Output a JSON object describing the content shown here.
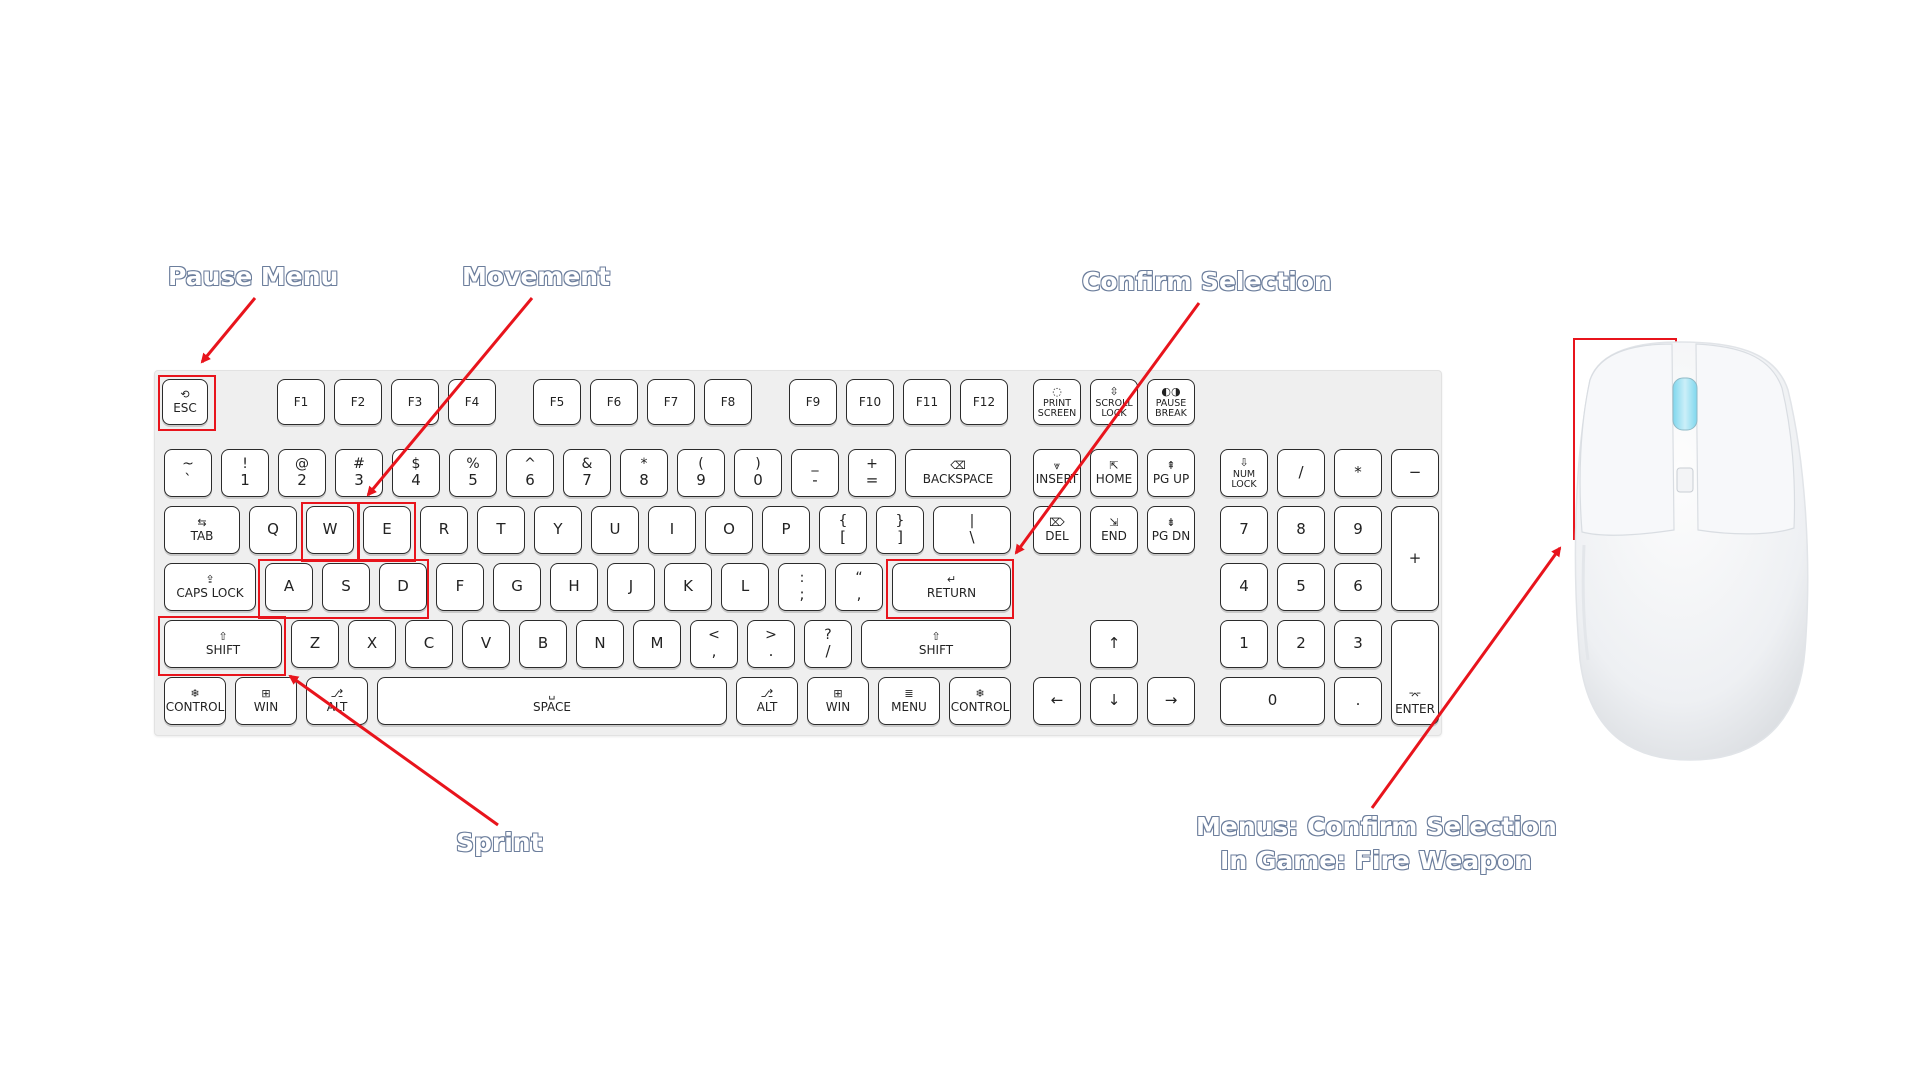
{
  "labels": {
    "pause": "Pause Menu",
    "movement": "Movement",
    "confirm": "Confirm Selection",
    "sprint": "Sprint",
    "mouse_line1": "Menus: Confirm Selection",
    "mouse_line2": "In Game: Fire Weapon"
  },
  "colors": {
    "accent": "#e8141c"
  },
  "keys": {
    "esc": "ESC",
    "f1": "F1",
    "f2": "F2",
    "f3": "F3",
    "f4": "F4",
    "f5": "F5",
    "f6": "F6",
    "f7": "F7",
    "f8": "F8",
    "f9": "F9",
    "f10": "F10",
    "f11": "F11",
    "f12": "F12",
    "print_a": "PRINT",
    "print_b": "SCREEN",
    "scroll_a": "SCROLL",
    "scroll_b": "LOCK",
    "pause_a": "PAUSE",
    "pause_b": "BREAK",
    "tilde_t": "~",
    "tilde_b": "`",
    "n1_t": "!",
    "n1_b": "1",
    "n2_t": "@",
    "n2_b": "2",
    "n3_t": "#",
    "n3_b": "3",
    "n4_t": "$",
    "n4_b": "4",
    "n5_t": "%",
    "n5_b": "5",
    "n6_t": "^",
    "n6_b": "6",
    "n7_t": "&",
    "n7_b": "7",
    "n8_t": "*",
    "n8_b": "8",
    "n9_t": "(",
    "n9_b": "9",
    "n0_t": ")",
    "n0_b": "0",
    "minus_t": "_",
    "minus_b": "-",
    "eq_t": "+",
    "eq_b": "=",
    "backspace": "BACKSPACE",
    "insert": "INSERT",
    "home": "HOME",
    "pgup": "PG UP",
    "numlock_a": "NUM",
    "numlock_b": "LOCK",
    "np_div": "/",
    "np_mul": "*",
    "np_sub": "−",
    "tab": "TAB",
    "q": "Q",
    "w": "W",
    "e": "E",
    "r": "R",
    "t": "T",
    "y": "Y",
    "u": "U",
    "i": "I",
    "o": "O",
    "p": "P",
    "lbr_t": "{",
    "lbr_b": "[",
    "rbr_t": "}",
    "rbr_b": "]",
    "bsl_t": "|",
    "bsl_b": "\\",
    "del": "DEL",
    "end": "END",
    "pgdn": "PG DN",
    "np7": "7",
    "np8": "8",
    "np9": "9",
    "np_add": "+",
    "caps": "CAPS LOCK",
    "a": "A",
    "s": "S",
    "d": "D",
    "f": "F",
    "g": "G",
    "h": "H",
    "j": "J",
    "k": "K",
    "l": "L",
    "semi_t": ":",
    "semi_b": ";",
    "quote_t": "“",
    "quote_b": ",",
    "ret": "RETURN",
    "np4": "4",
    "np5": "5",
    "np6": "6",
    "lshift": "SHIFT",
    "z": "Z",
    "x": "X",
    "c": "C",
    "v": "V",
    "b": "B",
    "n": "N",
    "m": "M",
    "comma_t": "<",
    "comma_b": ",",
    "period_t": ">",
    "period_b": ".",
    "slash_t": "?",
    "slash_b": "/",
    "rshift": "SHIFT",
    "up": "↑",
    "np1": "1",
    "np2": "2",
    "np3": "3",
    "lctrl": "CONTROL",
    "lwin": "WIN",
    "lalt": "ALT",
    "space": "SPACE",
    "ralt": "ALT",
    "rwin": "WIN",
    "menu": "MENU",
    "rctrl": "CONTROL",
    "left": "←",
    "down": "↓",
    "right": "→",
    "np0": "0",
    "np_dot": ".",
    "np_enter": "ENTER"
  }
}
